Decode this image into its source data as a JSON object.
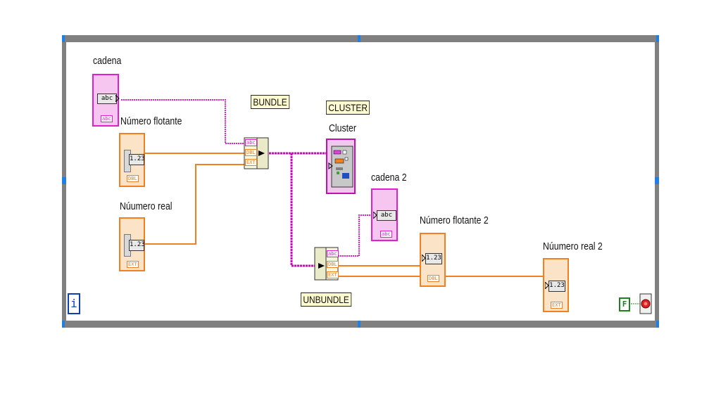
{
  "labels": {
    "cadena": "cadena",
    "numero_flotante": "Número flotante",
    "nuumero_real": "Núumero real",
    "cluster": "Cluster",
    "cadena2": "cadena 2",
    "numero_flotante2": "Número flotante 2",
    "nuumero_real2": "Núumero real 2"
  },
  "notes": {
    "bundle": "BUNDLE",
    "cluster": "CLUSTER",
    "unbundle": "UNBUNDLE"
  },
  "terminals": {
    "string_display": "abc",
    "string_type": "abc",
    "number_display": "1.23",
    "dbl_type": "DBL",
    "ext_type": "EXT"
  },
  "bundle_inputs": [
    "abc",
    "DBL",
    "EXT"
  ],
  "unbundle_outputs": [
    "abc",
    "DBL",
    "EXT"
  ],
  "stop": {
    "constant": "F"
  },
  "info_icon": "i",
  "colors": {
    "string_wire": "#e020d0",
    "numeric_wire": "#f08020",
    "cluster_wire": "#c010b0",
    "frame": "#808080",
    "corner": "#2080e0"
  }
}
